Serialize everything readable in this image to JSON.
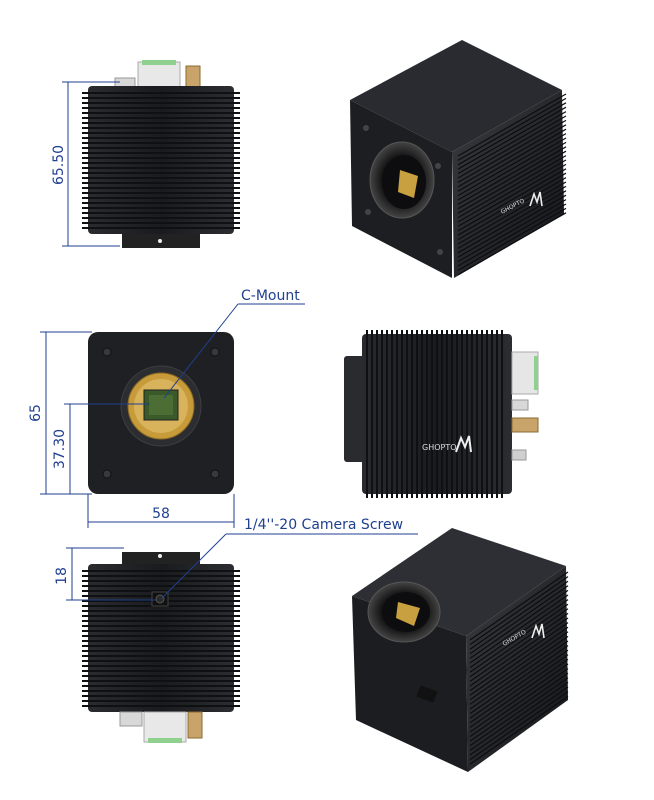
{
  "dimensions": {
    "top_height": "65.50",
    "front_height": "65",
    "front_center_height": "37.30",
    "front_width": "58",
    "bottom_screw_offset": "18"
  },
  "callouts": {
    "c_mount": "C-Mount",
    "camera_screw": "1/4''-20 Camera Screw"
  },
  "branding": {
    "logo_text": "GHOPTO"
  },
  "colors": {
    "dimension_line": "#1f3f8f",
    "camera_body": "#1e1f22",
    "sensor_gold": "#c79a3a",
    "sensor_green": "#3a5a2a"
  }
}
